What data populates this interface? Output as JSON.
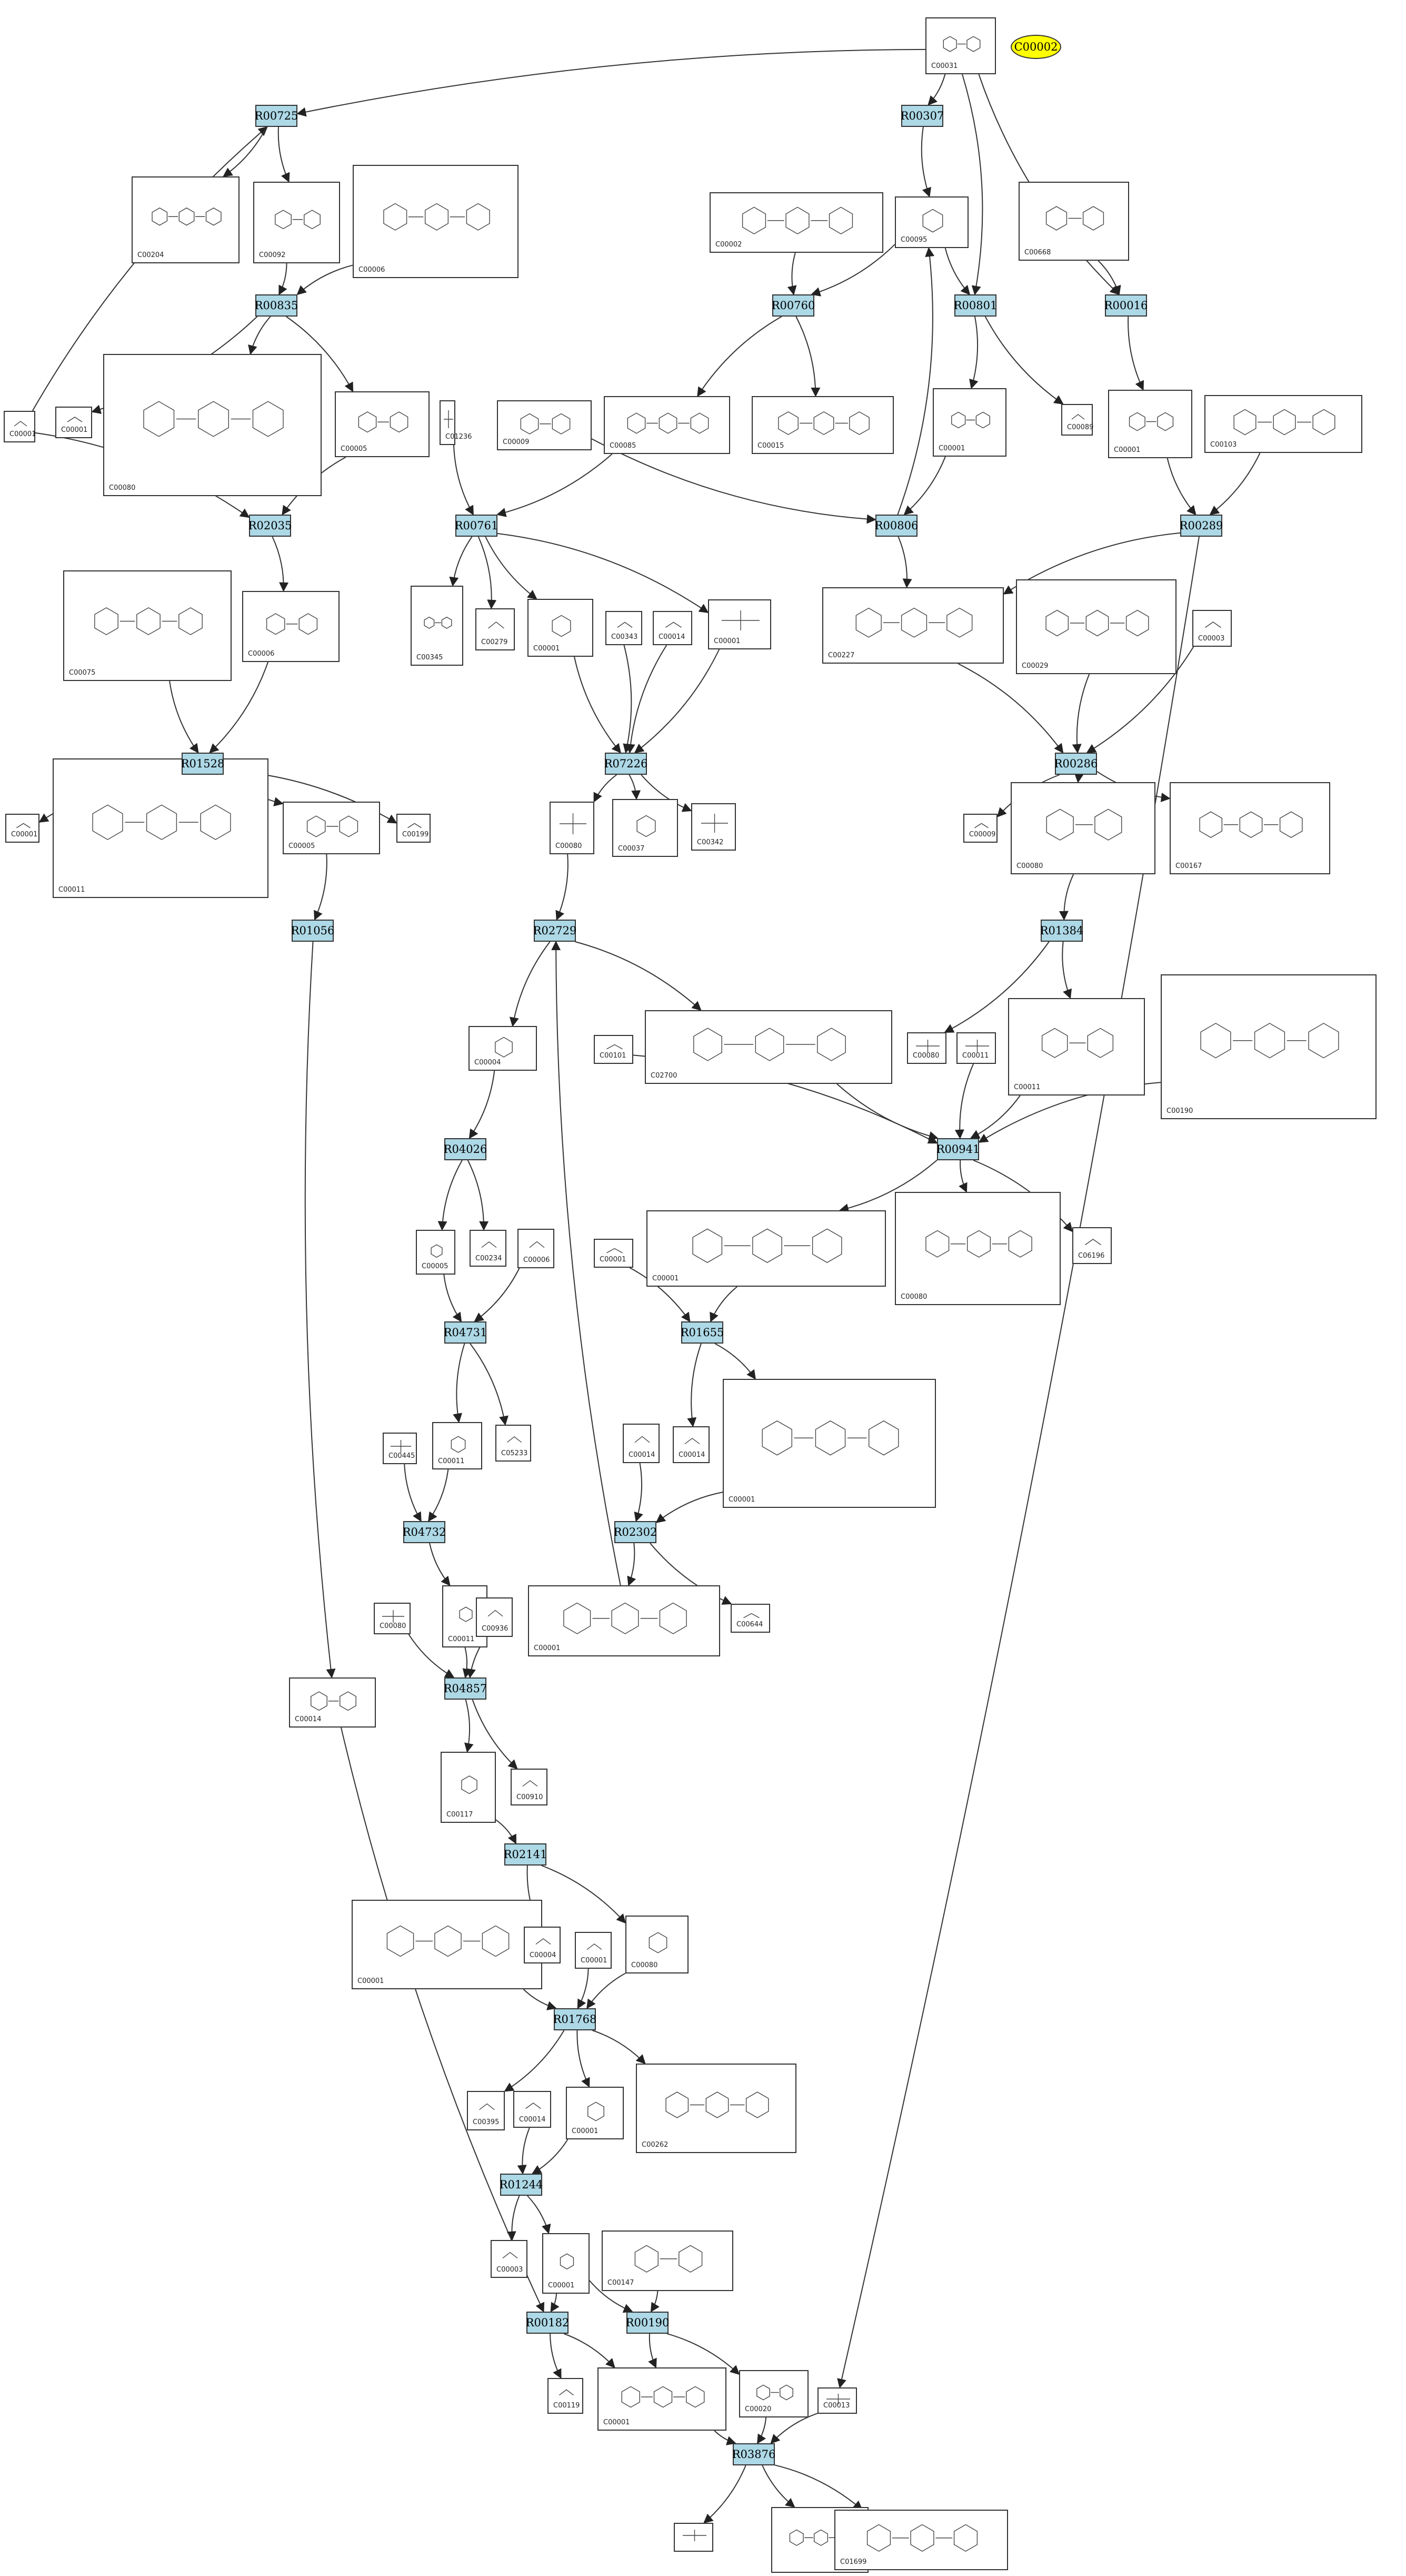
{
  "highlight": {
    "id": "C00002",
    "color": "#ffff00"
  },
  "colors": {
    "reaction_fill": "#add8e6",
    "edge": "#333333",
    "box_border": "#333333"
  },
  "reactions": [
    {
      "key": "R00725",
      "label": "R00725"
    },
    {
      "key": "R00307",
      "label": "R00307"
    },
    {
      "key": "R00835",
      "label": "R00835"
    },
    {
      "key": "R00760",
      "label": "R00760"
    },
    {
      "key": "R00801",
      "label": "R00801"
    },
    {
      "key": "R00016",
      "label": "R00016"
    },
    {
      "key": "R02035",
      "label": "R02035"
    },
    {
      "key": "R00761",
      "label": "R00761"
    },
    {
      "key": "R00806",
      "label": "R00806"
    },
    {
      "key": "R00289",
      "label": "R00289"
    },
    {
      "key": "R01528",
      "label": "R01528"
    },
    {
      "key": "R07226",
      "label": "R07226"
    },
    {
      "key": "R00286",
      "label": "R00286"
    },
    {
      "key": "R01056",
      "label": "R01056"
    },
    {
      "key": "R02729",
      "label": "R02729"
    },
    {
      "key": "R01384",
      "label": "R01384"
    },
    {
      "key": "R04026",
      "label": "R04026"
    },
    {
      "key": "R00941",
      "label": "R00941"
    },
    {
      "key": "R04731",
      "label": "R04731"
    },
    {
      "key": "R01655",
      "label": "R01655"
    },
    {
      "key": "R04732",
      "label": "R04732"
    },
    {
      "key": "R02302",
      "label": "R02302"
    },
    {
      "key": "R04857",
      "label": "R04857"
    },
    {
      "key": "R02141",
      "label": "R02141"
    },
    {
      "key": "R01768",
      "label": "R01768"
    },
    {
      "key": "R01244",
      "label": "R01244"
    },
    {
      "key": "R00182",
      "label": "R00182"
    },
    {
      "key": "R00190",
      "label": "R00190"
    },
    {
      "key": "R03876",
      "label": "R03876"
    }
  ],
  "compounds": [
    {
      "key": "c1",
      "id": "C00001"
    },
    {
      "key": "c2",
      "id": "C00031"
    },
    {
      "key": "c3",
      "id": "C00204"
    },
    {
      "key": "c4",
      "id": "C00092"
    },
    {
      "key": "c5",
      "id": "C00006"
    },
    {
      "key": "c6",
      "id": "C00002"
    },
    {
      "key": "c7",
      "id": "C00095"
    },
    {
      "key": "c8",
      "id": "C00668"
    },
    {
      "key": "c9",
      "id": "C00001"
    },
    {
      "key": "c10",
      "id": "C00080"
    },
    {
      "key": "c11",
      "id": "C00005"
    },
    {
      "key": "c12",
      "id": "C01236"
    },
    {
      "key": "c13",
      "id": "C00009"
    },
    {
      "key": "c14",
      "id": "C00085"
    },
    {
      "key": "c15",
      "id": "C00015"
    },
    {
      "key": "c16",
      "id": "C00001"
    },
    {
      "key": "c17",
      "id": "C00089"
    },
    {
      "key": "c18",
      "id": "C00001"
    },
    {
      "key": "c19",
      "id": "C00103"
    },
    {
      "key": "c20",
      "id": "C00075"
    },
    {
      "key": "c21",
      "id": "C00006"
    },
    {
      "key": "c22",
      "id": "C00345"
    },
    {
      "key": "c23",
      "id": "C00279"
    },
    {
      "key": "c24",
      "id": "C00001"
    },
    {
      "key": "c25",
      "id": "C00343"
    },
    {
      "key": "c26",
      "id": "C00014"
    },
    {
      "key": "c27",
      "id": "C00001"
    },
    {
      "key": "c28",
      "id": "C00227"
    },
    {
      "key": "c29",
      "id": "C00029"
    },
    {
      "key": "c30",
      "id": "C00003"
    },
    {
      "key": "c31",
      "id": "C00001"
    },
    {
      "key": "c32",
      "id": "C00011"
    },
    {
      "key": "c33",
      "id": "C00005"
    },
    {
      "key": "c34",
      "id": "C00199"
    },
    {
      "key": "c35",
      "id": "C00080"
    },
    {
      "key": "c36",
      "id": "C00037"
    },
    {
      "key": "c37",
      "id": "C00342"
    },
    {
      "key": "c38",
      "id": "C00009"
    },
    {
      "key": "c39",
      "id": "C00080"
    },
    {
      "key": "c40",
      "id": "C00167"
    },
    {
      "key": "c41",
      "id": "C00004"
    },
    {
      "key": "c42",
      "id": "C02700"
    },
    {
      "key": "c43",
      "id": "C00101"
    },
    {
      "key": "c44",
      "id": "C00080"
    },
    {
      "key": "c45",
      "id": "C00011"
    },
    {
      "key": "c46",
      "id": "C00011"
    },
    {
      "key": "c47",
      "id": "C00190"
    },
    {
      "key": "c48",
      "id": "C00005"
    },
    {
      "key": "c49",
      "id": "C00234"
    },
    {
      "key": "c50",
      "id": "C00006"
    },
    {
      "key": "c51",
      "id": "C00001"
    },
    {
      "key": "c52",
      "id": "C00080"
    },
    {
      "key": "c53",
      "id": "C06196"
    },
    {
      "key": "c54",
      "id": "C00001"
    },
    {
      "key": "c55",
      "id": "C00014"
    },
    {
      "key": "c56",
      "id": "C00014"
    },
    {
      "key": "c57",
      "id": "C00001"
    },
    {
      "key": "c58",
      "id": "C00445"
    },
    {
      "key": "c59",
      "id": "C00011"
    },
    {
      "key": "c60",
      "id": "C05233"
    },
    {
      "key": "c61",
      "id": "C00001"
    },
    {
      "key": "c62",
      "id": "C00644"
    },
    {
      "key": "c63",
      "id": "C00080"
    },
    {
      "key": "c64",
      "id": "C00011"
    },
    {
      "key": "c65",
      "id": "C00936"
    },
    {
      "key": "c66",
      "id": "C00014"
    },
    {
      "key": "c67",
      "id": "C00117"
    },
    {
      "key": "c68",
      "id": "C00910"
    },
    {
      "key": "c69",
      "id": "C00001"
    },
    {
      "key": "c70",
      "id": "C00004"
    },
    {
      "key": "c71",
      "id": "C00001"
    },
    {
      "key": "c72",
      "id": "C00080"
    },
    {
      "key": "c73",
      "id": "C00395"
    },
    {
      "key": "c74",
      "id": "C00014"
    },
    {
      "key": "c75",
      "id": "C00001"
    },
    {
      "key": "c76",
      "id": "C00262"
    },
    {
      "key": "c77",
      "id": "C00003"
    },
    {
      "key": "c78",
      "id": "C00001"
    },
    {
      "key": "c79",
      "id": "C00147"
    },
    {
      "key": "c80",
      "id": "C00119"
    },
    {
      "key": "c81",
      "id": "C00001"
    },
    {
      "key": "c82",
      "id": "C00020"
    },
    {
      "key": "c83",
      "id": "C00013"
    },
    {
      "key": "c84",
      "id": ""
    },
    {
      "key": "c85",
      "id": ""
    },
    {
      "key": "c86",
      "id": "C01699"
    },
    {
      "key": "c87",
      "id": "C00002"
    }
  ]
}
